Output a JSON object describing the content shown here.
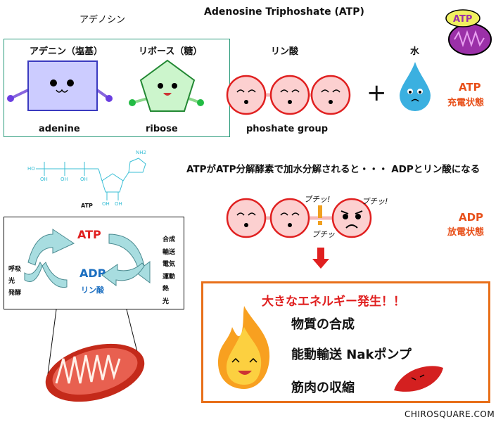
{
  "title": "Adenosine Triphoshate (ATP)",
  "adenosine_label": "アデノシン",
  "adenine": {
    "jp": "アデニン（塩基）",
    "en": "adenine"
  },
  "ribose": {
    "jp": "リボース（糖）",
    "en": "ribose"
  },
  "phosphate": {
    "jp": "リン酸",
    "en": "phoshate group"
  },
  "water": {
    "jp": "水"
  },
  "atp_state": {
    "name": "ATP",
    "state": "充電状態"
  },
  "atp_badge": "ATP",
  "structure": {
    "label": "ATP",
    "nh2": "NH2",
    "ho": "HO",
    "oh": "OH"
  },
  "sentence": "ATPがATP分解酵素で加水分解されると・・・  ADPとリン酸になる",
  "snap": [
    "ブチッ!",
    "ブチッ!",
    "ブチッ"
  ],
  "adp_state": {
    "name": "ADP",
    "state": "放電状態"
  },
  "cycle": {
    "atp": "ATP",
    "adp": "ADP",
    "phosphate": "リン酸",
    "inputs": [
      "呼吸",
      "光",
      "発酵"
    ],
    "outputs": [
      "合成",
      "輸送",
      "電気",
      "運動",
      "熱",
      "光"
    ]
  },
  "energy": {
    "headline": "大きなエネルギー発生！！",
    "items": [
      "物質の合成",
      "能動輸送 Nakポンプ",
      "筋肉の収縮"
    ]
  },
  "credit": "CHIROSQUARE.COM",
  "colors": {
    "orange": "#e8501a",
    "red": "#e02020",
    "teal": "#2a9a7a",
    "cyan": "#3bbfd6"
  }
}
